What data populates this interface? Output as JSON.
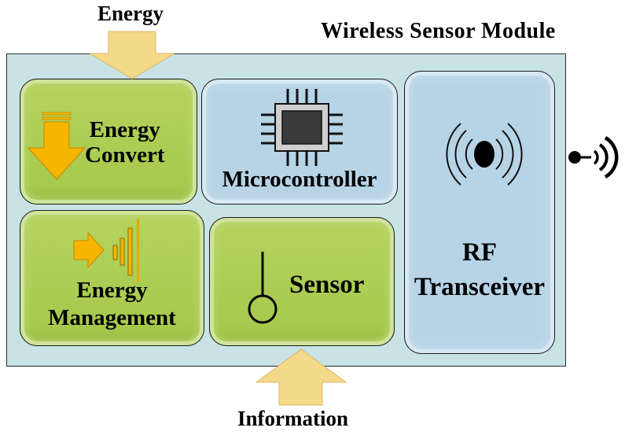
{
  "diagram": {
    "title": "Wireless Sensor Module",
    "inputs": {
      "energy": "Energy",
      "information": "Information"
    },
    "blocks": {
      "energy_convert": [
        "Energy",
        "Convert"
      ],
      "microcontroller": "Microcontroller",
      "rf_transceiver": [
        "RF",
        "Transceiver"
      ],
      "energy_management": [
        "Energy",
        "Management"
      ],
      "sensor": "Sensor"
    }
  },
  "icons": {
    "energy_convert": "down-arrow-icon",
    "microcontroller": "chip-icon",
    "rf_transceiver": "signal-waves-icon",
    "energy_management": "arrow-to-bars-icon",
    "sensor": "probe-icon",
    "antenna": "wireless-antenna-icon"
  },
  "colors": {
    "module_bg": "#c8e2e6",
    "green_block": "#a7c94d",
    "blue_block": "#b7d3e6",
    "input_arrow": "#f5d98a",
    "orange_arrow": "#f7b500"
  }
}
